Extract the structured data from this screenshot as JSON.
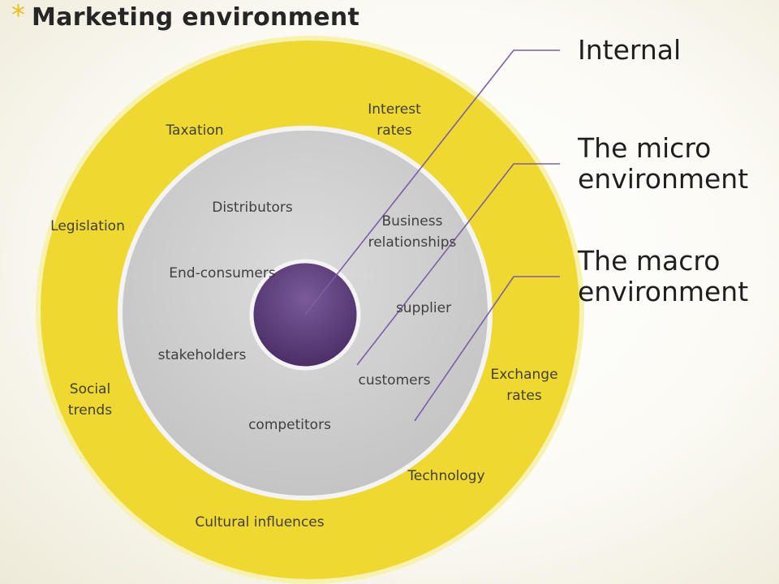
{
  "title": "Marketing environment",
  "bullet": "*",
  "colors": {
    "outer_ring": "#efd82f",
    "middle_ring": "#cfcfcf",
    "core": "#5b3a78",
    "connector": "#7d5ea6"
  },
  "macro_labels": {
    "taxation": "Taxation",
    "interest_rates": "Interest\nrates",
    "legislation": "Legislation",
    "social_trends": "Social\ntrends",
    "exchange_rates": "Exchange\nrates",
    "technology": "Technology",
    "cultural_influences": "Cultural influences"
  },
  "micro_labels": {
    "distributors": "Distributors",
    "business_relationships": "Business\nrelationships",
    "end_consumers": "End-consumers",
    "supplier": "supplier",
    "stakeholders": "stakeholders",
    "customers": "customers",
    "competitors": "competitors"
  },
  "legend": {
    "internal": "Internal",
    "micro": "The micro\nenvironment",
    "macro": "The macro\nenvironment"
  }
}
